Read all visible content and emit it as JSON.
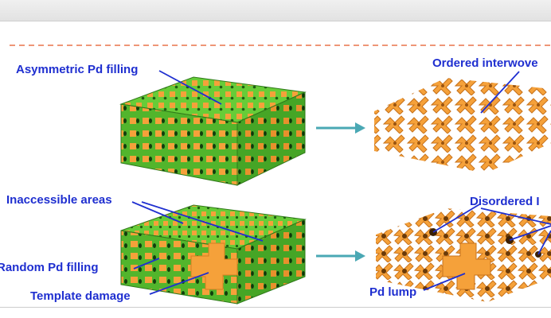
{
  "labels": {
    "asymmetric_filling": "Asymmetric Pd filling",
    "ordered_interwoven": "Ordered interwove",
    "inaccessible_areas": "Inaccessible areas",
    "disordered": "Disordered I",
    "random_filling": "Random Pd filling",
    "template_damage": "Template damage",
    "pd_lump": "Pd lump"
  },
  "colors": {
    "label_text": "#1f2fd0",
    "divider": "#e8734a",
    "template_green": "#5cc232",
    "pd_orange": "#f5a13a",
    "arrow_teal": "#4aa8b4"
  }
}
